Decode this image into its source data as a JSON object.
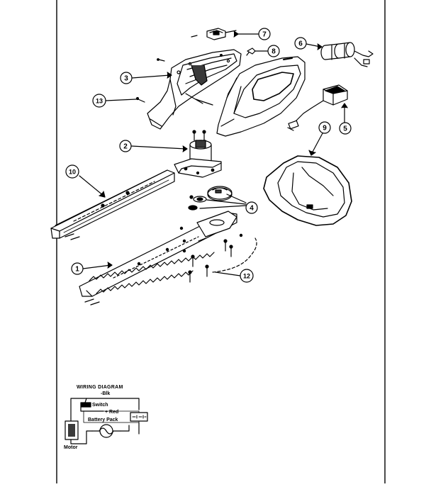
{
  "callouts": {
    "c1": "1",
    "c2": "2",
    "c3": "3",
    "c4": "4",
    "c5": "5",
    "c6": "6",
    "c7": "7",
    "c8": "8",
    "c9": "9",
    "c10": "10",
    "c12": "12",
    "c13": "13"
  },
  "wiring_diagram": {
    "title": "WIRING DIAGRAM",
    "blk": "-Blk",
    "switch": "Switch",
    "red": "+ Red",
    "battery_pack": "Battery Pack",
    "motor": "Motor"
  },
  "colors": {
    "ink": "#000000",
    "paper": "#ffffff",
    "shade": "#3a3a3a"
  }
}
